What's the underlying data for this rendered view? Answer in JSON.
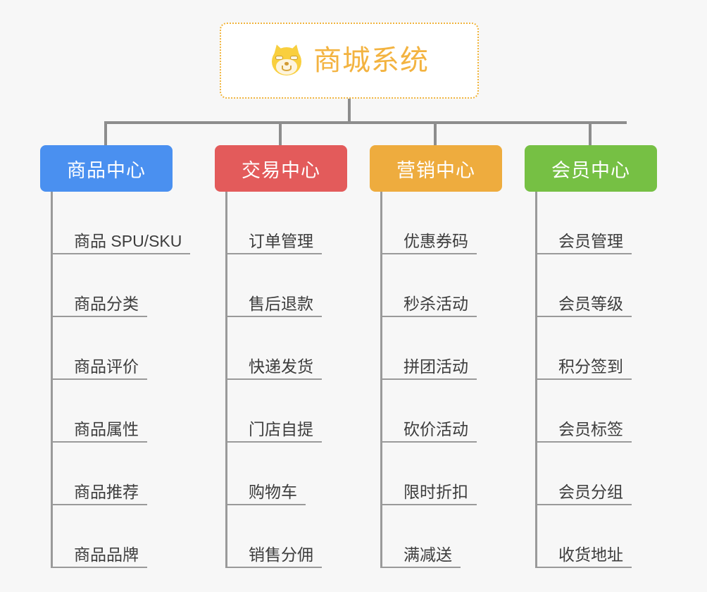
{
  "root": {
    "title": "商城系统",
    "icon": "shiba-dog-icon",
    "border_color": "#f0b43c",
    "text_color": "#f3b340",
    "background": "#ffffff"
  },
  "page": {
    "background": "#f7f7f7",
    "connector_color": "#8d8d8d",
    "rule_color": "#9a9a9a",
    "item_text_color": "#3d3d3d"
  },
  "columns": [
    {
      "id": "product-center",
      "label": "商品中心",
      "color": "#4a90f0",
      "items": [
        {
          "label": "商品 SPU/SKU"
        },
        {
          "label": "商品分类"
        },
        {
          "label": "商品评价"
        },
        {
          "label": "商品属性"
        },
        {
          "label": "商品推荐"
        },
        {
          "label": "商品品牌"
        }
      ]
    },
    {
      "id": "trade-center",
      "label": "交易中心",
      "color": "#e35b5b",
      "items": [
        {
          "label": "订单管理"
        },
        {
          "label": "售后退款"
        },
        {
          "label": "快递发货"
        },
        {
          "label": "门店自提"
        },
        {
          "label": "购物车"
        },
        {
          "label": "销售分佣"
        }
      ]
    },
    {
      "id": "marketing-center",
      "label": "营销中心",
      "color": "#eeac3e",
      "items": [
        {
          "label": "优惠券码"
        },
        {
          "label": "秒杀活动"
        },
        {
          "label": "拼团活动"
        },
        {
          "label": "砍价活动"
        },
        {
          "label": "限时折扣"
        },
        {
          "label": "满减送"
        }
      ]
    },
    {
      "id": "member-center",
      "label": "会员中心",
      "color": "#76c044",
      "items": [
        {
          "label": "会员管理"
        },
        {
          "label": "会员等级"
        },
        {
          "label": "积分签到"
        },
        {
          "label": "会员标签"
        },
        {
          "label": "会员分组"
        },
        {
          "label": "收货地址"
        }
      ]
    }
  ]
}
